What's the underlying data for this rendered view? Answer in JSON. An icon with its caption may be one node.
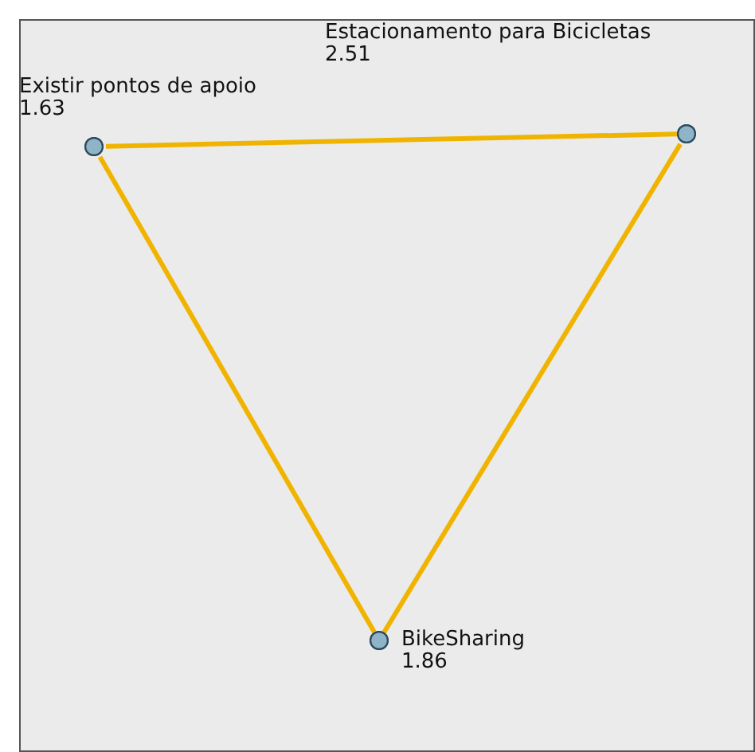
{
  "diagram": {
    "nodes": [
      {
        "text": [],
        "shape": "circle",
        "beside": [
          "Existir pontos de apoio",
          "1.63"
        ]
      },
      {
        "text": [],
        "shape": "circle",
        "beside": [
          "Estacionamento para Bicicletas",
          "2.51"
        ]
      },
      {
        "text": [],
        "shape": "circle",
        "beside": [
          "BikeSharing",
          "1.86"
        ]
      }
    ],
    "edges": [
      {
        "from": 0,
        "to": 1,
        "arrow": "none"
      },
      {
        "from": 0,
        "to": 2,
        "arrow": "none"
      },
      {
        "from": 1,
        "to": 2,
        "arrow": "none"
      }
    ]
  }
}
